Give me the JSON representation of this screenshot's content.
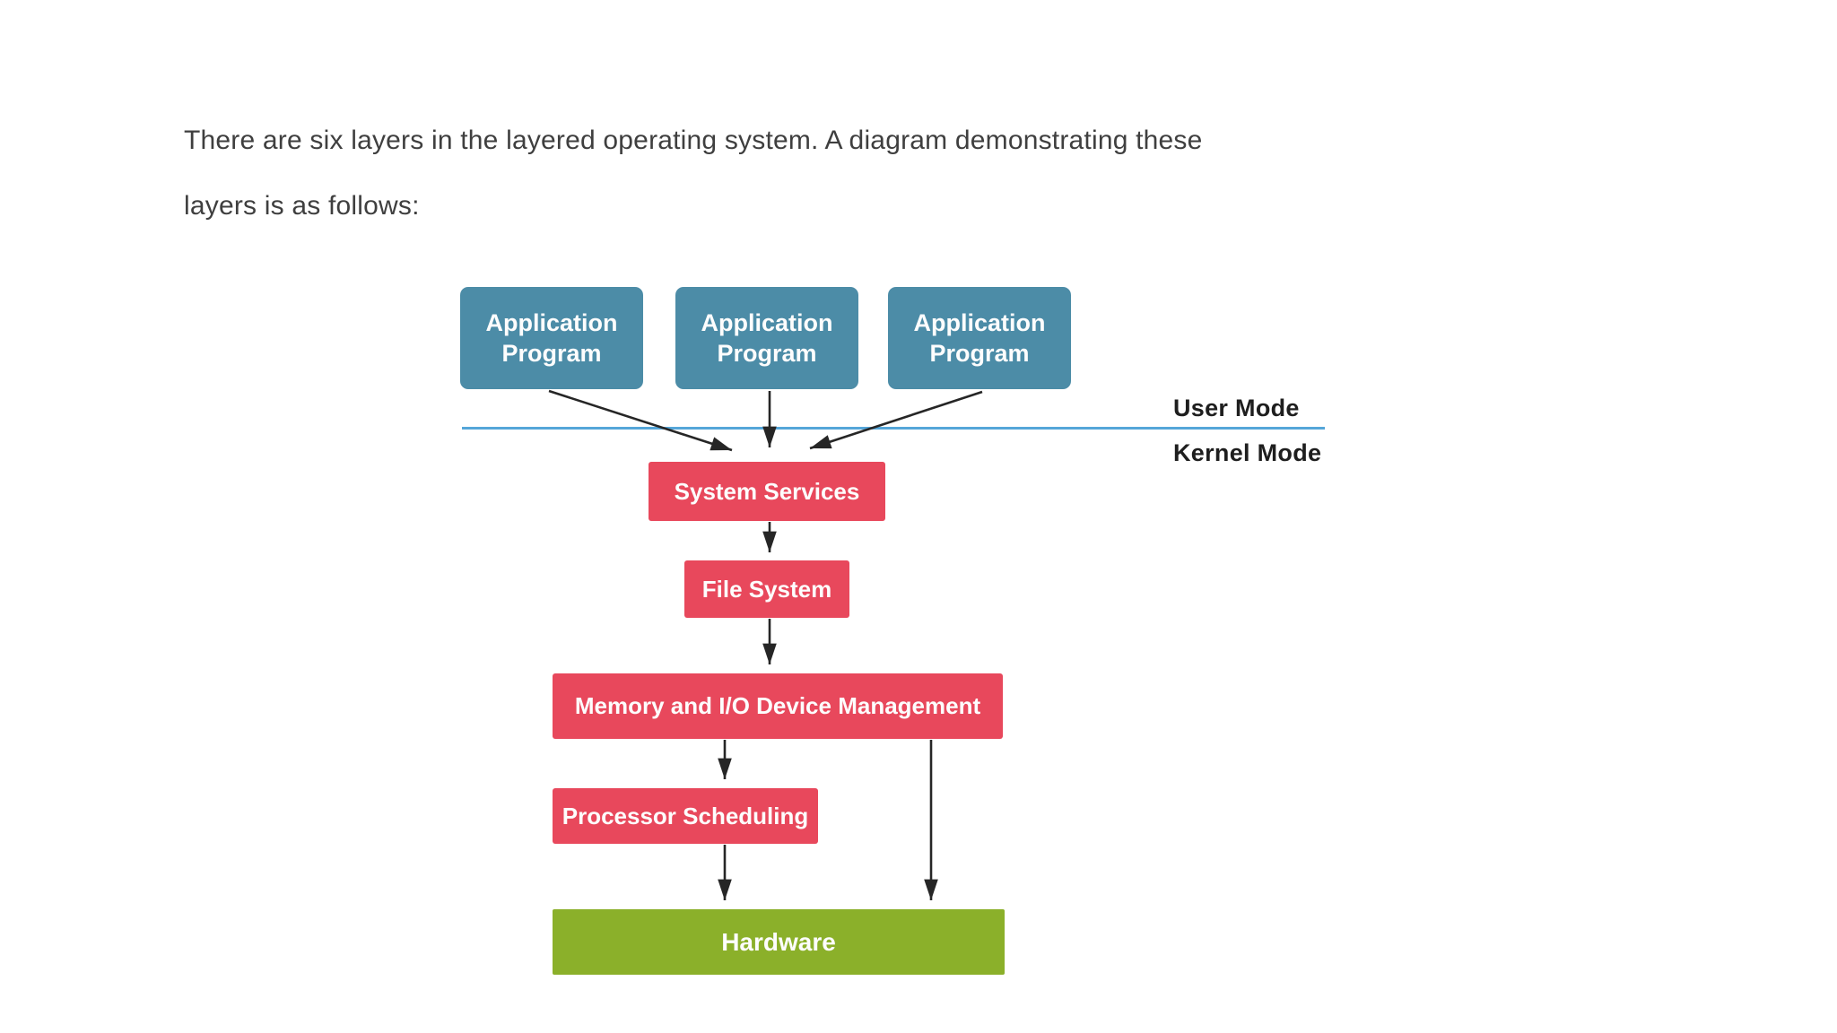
{
  "theme": {
    "app-box": "#4C8CA7",
    "kernel-box": "#E8485C",
    "hardware-box": "#8BB02A",
    "mode-line": "#55A6D9",
    "arrow": "#262626",
    "box-text": "#FDFDFD",
    "mode-text": "#1E1E1E",
    "body-text": "#3F3F3F",
    "page-bg": "#FFFFFF"
  },
  "page": {
    "paragraph_line1": "There are six layers in the layered operating system. A diagram demonstrating these",
    "paragraph_line2": "layers is as follows:"
  },
  "diagram": {
    "app_boxes": [
      {
        "label": "Application Program"
      },
      {
        "label": "Application Program"
      },
      {
        "label": "Application Program"
      }
    ],
    "mode_labels": {
      "user": "User Mode",
      "kernel": "Kernel Mode"
    },
    "kernel_boxes": {
      "system_services": "System Services",
      "file_system": "File System",
      "memory_io": "Memory and I/O Device Management",
      "processor_scheduling": "Processor Scheduling"
    },
    "hardware_label": "Hardware"
  }
}
